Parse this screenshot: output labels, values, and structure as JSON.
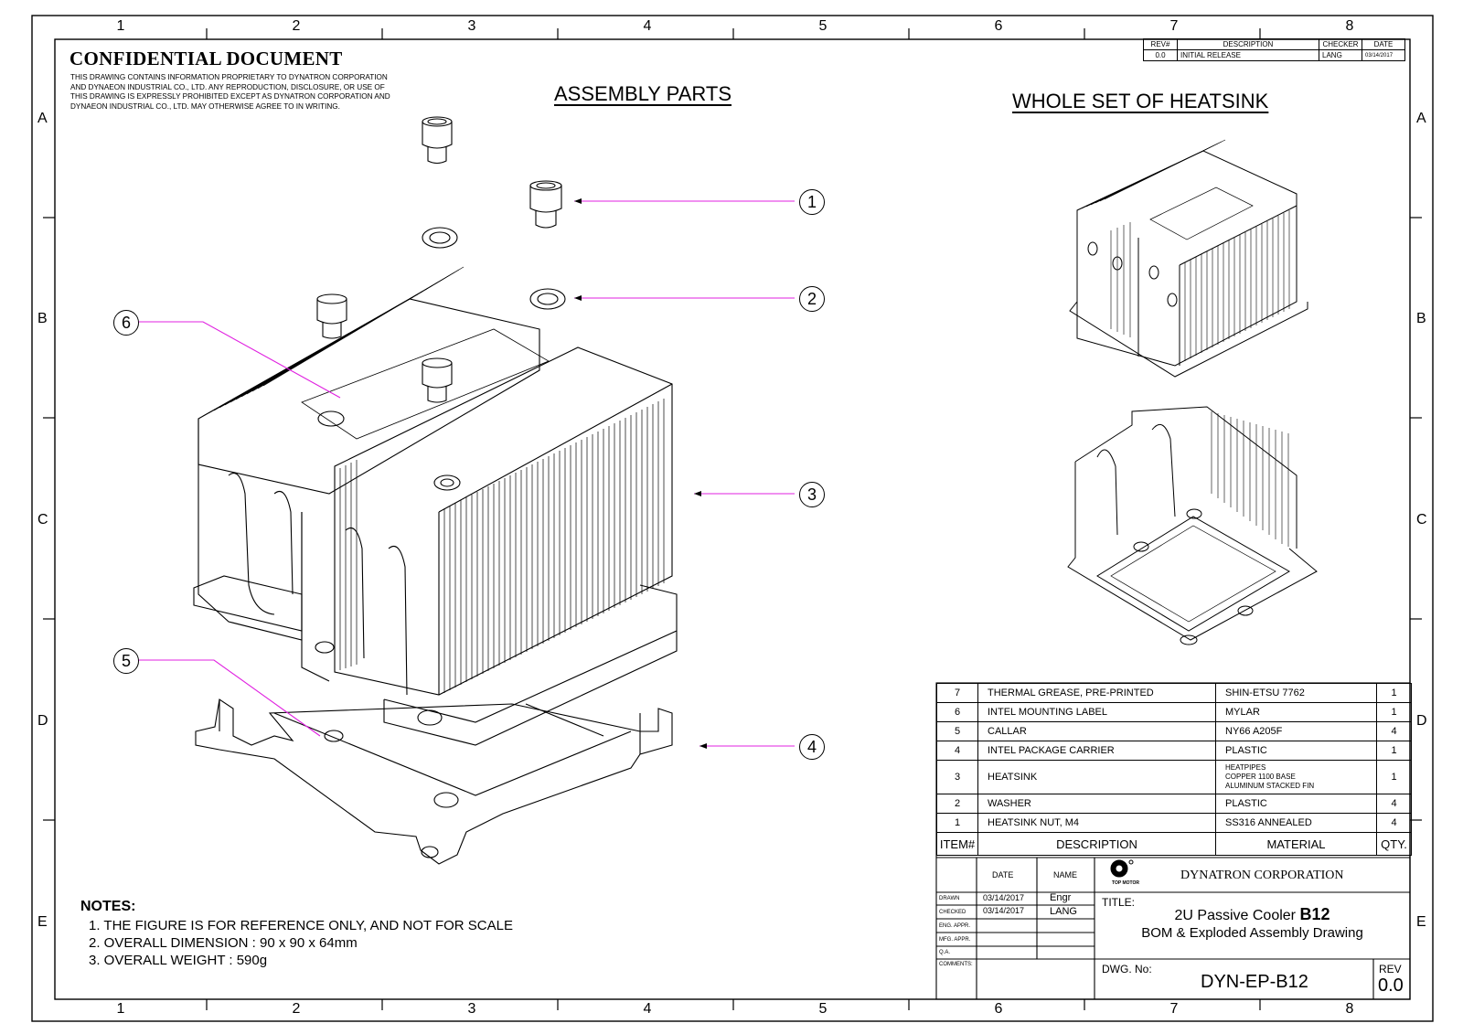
{
  "zone_numbers": [
    "1",
    "2",
    "3",
    "4",
    "5",
    "6",
    "7",
    "8"
  ],
  "zone_letters": [
    "A",
    "B",
    "C",
    "D",
    "E"
  ],
  "confidential": {
    "title": "CONFIDENTIAL DOCUMENT",
    "text": "THIS DRAWING CONTAINS INFORMATION PROPRIETARY TO DYNATRON CORPORATION\nAND DYNAEON INDUSTRIAL CO., LTD.  ANY REPRODUCTION, DISCLOSURE, OR USE OF\nTHIS DRAWING IS EXPRESSLY PROHIBITED EXCEPT AS DYNATRON CORPORATION AND\nDYNAEON INDUSTRIAL CO., LTD.  MAY OTHERWISE AGREE TO IN WRITING."
  },
  "headings": {
    "assembly": "ASSEMBLY PARTS",
    "whole": "WHOLE SET OF HEATSINK"
  },
  "callouts": [
    "1",
    "2",
    "3",
    "4",
    "5",
    "6"
  ],
  "revision": {
    "headers": [
      "REV#",
      "DESCRIPTION",
      "CHECKER",
      "DATE"
    ],
    "row": [
      "0.0",
      "INITIAL RELEASE",
      "LANG",
      "03/14/2017"
    ]
  },
  "bom": {
    "rows": [
      {
        "item": "7",
        "desc": "THERMAL GREASE, PRE-PRINTED",
        "material": "SHIN-ETSU 7762",
        "qty": "1"
      },
      {
        "item": "6",
        "desc": "INTEL MOUNTING LABEL",
        "material": "MYLAR",
        "qty": "1"
      },
      {
        "item": "5",
        "desc": "CALLAR",
        "material": "NY66 A205F",
        "qty": "4"
      },
      {
        "item": "4",
        "desc": "INTEL PACKAGE CARRIER",
        "material": "PLASTIC",
        "qty": "1"
      },
      {
        "item": "3",
        "desc": "HEATSINK",
        "material": "HEATPIPES\nCOPPER 1100 BASE\nALUMINUM STACKED FIN",
        "qty": "1"
      },
      {
        "item": "2",
        "desc": "WASHER",
        "material": "PLASTIC",
        "qty": "4"
      },
      {
        "item": "1",
        "desc": "HEATSINK NUT, M4",
        "material": "SS316 ANNEALED",
        "qty": "4"
      }
    ],
    "header": {
      "item": "ITEM#",
      "desc": "DESCRIPTION",
      "material": "MATERIAL",
      "qty": "QTY."
    }
  },
  "title_block": {
    "date_label": "DATE",
    "name_label": "NAME",
    "logo_text": "TOP MOTOR",
    "company": "DYNATRON CORPORATION",
    "roles": [
      "DRAWN",
      "CHECKED",
      "ENG. APPR.",
      "MFG. APPR.",
      "Q.A.",
      "COMMENTS:"
    ],
    "drawn_date": "03/14/2017",
    "drawn_name": "Engr",
    "checked_date": "03/14/2017",
    "checked_name": "LANG",
    "title_label": "TITLE:",
    "title_line1_prefix": "2U Passive Cooler ",
    "title_line1_bold": "B12",
    "title_line2": "BOM & Exploded Assembly Drawing",
    "dwg_label": "DWG. No:",
    "dwg_no": "DYN-EP-B12",
    "rev_label": "REV",
    "rev": "0.0"
  },
  "notes": {
    "title": "NOTES:",
    "items": [
      "1.  THE FIGURE IS FOR REFERENCE ONLY, AND NOT FOR SCALE",
      "2.  OVERALL DIMENSION : 90 x 90 x 64mm",
      "3.  OVERALL WEIGHT : 590g"
    ]
  },
  "colors": {
    "leader": "#e020e0",
    "line": "#000000"
  }
}
